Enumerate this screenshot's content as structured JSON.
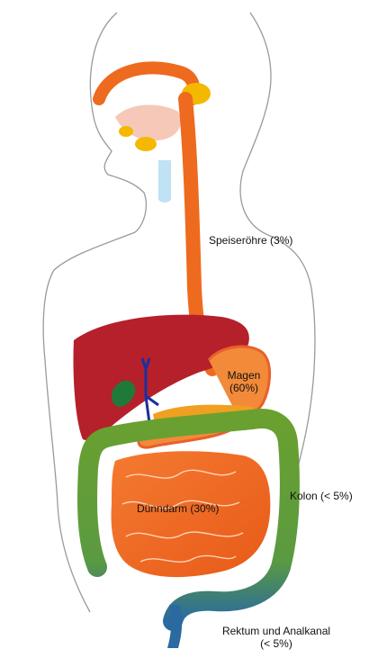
{
  "labels": {
    "esophagus": "Speiseröhre (3%)",
    "stomach_line1": "Magen",
    "stomach_line2": "(60%)",
    "small_intestine": "Dünndarm (30%)",
    "colon": "Kolon (< 5%)",
    "rectum_line1": "Rektum und Analkanal",
    "rectum_line2": "(< 5%)"
  },
  "colors": {
    "outline": "#9a9a9a",
    "esophagus": "#ee6a1e",
    "salivary": "#f4b800",
    "liver": "#b5202a",
    "gallbladder": "#1f7a3a",
    "bile_duct": "#1a2fa0",
    "pancreas": "#f0a020",
    "small_intestine": "#f06a20",
    "colon": "#6aa030",
    "rectum": "#2a6aa0",
    "trachea": "#bfe2f5"
  }
}
